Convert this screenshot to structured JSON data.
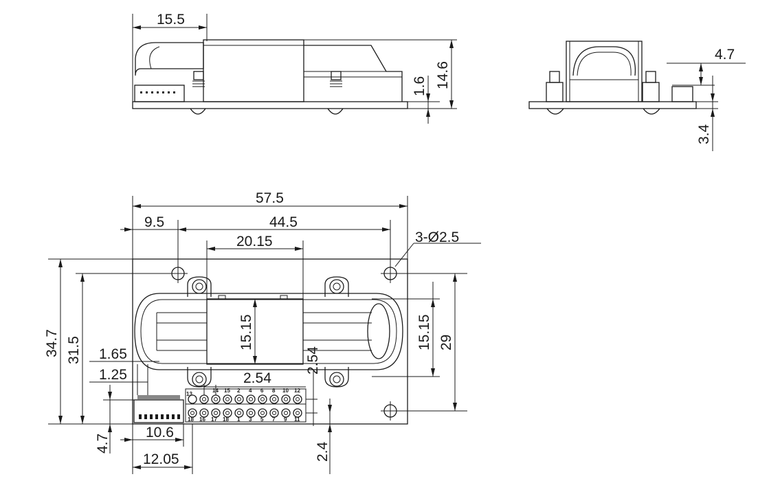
{
  "top_view": {
    "dim_width_left": "15.5",
    "dim_pcb_thickness": "1.6",
    "dim_height": "14.6"
  },
  "side_view": {
    "dim_connector_width": "4.7",
    "dim_connector_offset": "3.4"
  },
  "plan_view": {
    "dim_overall_width": "57.5",
    "dim_hole_offset": "9.5",
    "dim_hole_spacing": "44.5",
    "dim_chamber_width": "20.15",
    "dim_holes_spec": "3-Ø2.5",
    "dim_overall_height": "34.7",
    "dim_hole_vertical": "31.5",
    "dim_chamber_height_inner": "15.15",
    "dim_chamber_height_right": "15.15",
    "dim_right_height": "29",
    "dim_1_65": "1.65",
    "dim_1_25": "1.25",
    "dim_pitch_h": "2.54",
    "dim_pitch_v": "2.54",
    "dim_4_7": "4.7",
    "dim_10_6": "10.6",
    "dim_12_05": "12.05",
    "dim_2_4": "2.4"
  },
  "pins": {
    "top_row": [
      "14",
      "15",
      "2",
      "4",
      "6",
      "8",
      "10",
      "12"
    ],
    "bottom_row": [
      "18",
      "16",
      "17",
      "18",
      "1",
      "3",
      "5",
      "7",
      "9",
      "11"
    ],
    "side_label": "13"
  }
}
